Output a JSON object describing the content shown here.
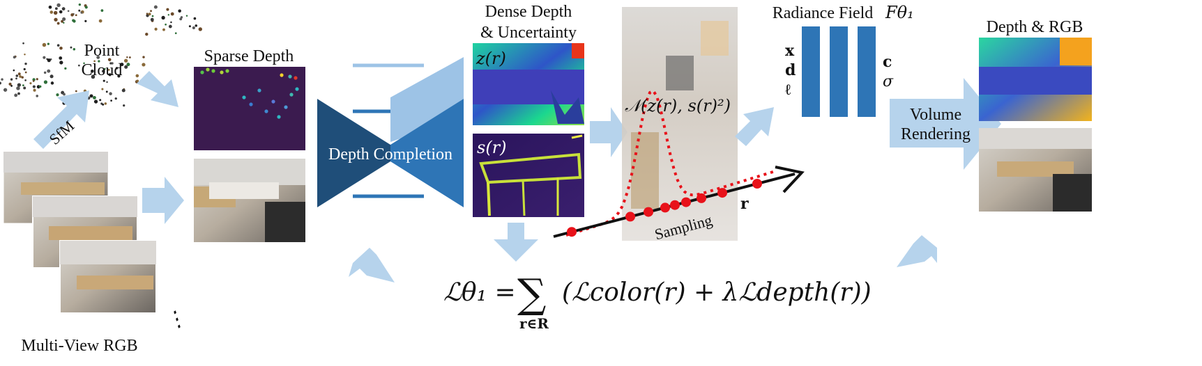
{
  "labels": {
    "point_cloud_line1": "Point",
    "point_cloud_line2": "Cloud",
    "sfm": "SfM",
    "sparse_depth": "Sparse Depth",
    "multi_view_rgb": "Multi-View RGB",
    "ellipsis": "⋮",
    "depth_completion": "Depth Completion",
    "dense_depth_line1": "Dense Depth",
    "dense_depth_line2": "& Uncertainty",
    "z_r": "z(r)",
    "s_r": "s(r)",
    "gaussian": "𝒩(z(r), s(r)²)",
    "sampling": "Sampling",
    "ray_r": "r",
    "radiance_field": "Radiance Field",
    "radiance_field_symbol": "Fθ₁",
    "input_x": "x",
    "input_d": "d",
    "input_l": "ℓ",
    "output_c": "c",
    "output_sigma": "σ",
    "volume_rendering_line1": "Volume",
    "volume_rendering_line2": "Rendering",
    "depth_rgb": "Depth & RGB",
    "loss_lhs": "ℒθ₁ =",
    "loss_sum": "∑",
    "loss_sub": "r∈R",
    "loss_rhs": "(ℒcolor(r) + λℒdepth(r))"
  },
  "colors": {
    "arrow": "#b6d3ec",
    "dark_blue": "#1f4e79",
    "mid_blue": "#2e75b6",
    "light_blue": "#9dc3e6",
    "sparse_bg": "#3b1b4f",
    "red_dots": "#e8121a"
  }
}
